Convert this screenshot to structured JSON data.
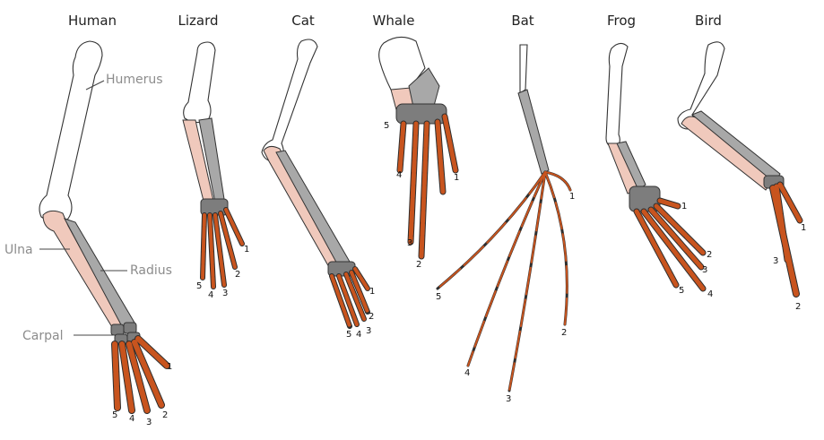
{
  "animals": [
    {
      "name": "Human",
      "digits": [
        "1",
        "2",
        "3",
        "4",
        "5"
      ]
    },
    {
      "name": "Lizard",
      "digits": [
        "1",
        "2",
        "3",
        "4",
        "5"
      ]
    },
    {
      "name": "Cat",
      "digits": [
        "1",
        "2",
        "3",
        "4",
        "5"
      ]
    },
    {
      "name": "Whale",
      "digits": [
        "1",
        "2",
        "3",
        "4",
        "5"
      ]
    },
    {
      "name": "Bat",
      "digits": [
        "1",
        "2",
        "3",
        "4",
        "5"
      ]
    },
    {
      "name": "Frog",
      "digits": [
        "1",
        "2",
        "3",
        "4",
        "5"
      ]
    },
    {
      "name": "Bird",
      "digits": [
        "1",
        "2",
        "3"
      ]
    }
  ],
  "bone_labels": {
    "humerus": "Humerus",
    "ulna": "Ulna",
    "radius": "Radius",
    "carpal": "Carpal"
  },
  "colors": {
    "humerus": "#ffffff",
    "ulna": "#f0c9bc",
    "radius": "#a8a8a8",
    "carpals": "#7d7d7d",
    "phalanges": "#c8541e"
  }
}
